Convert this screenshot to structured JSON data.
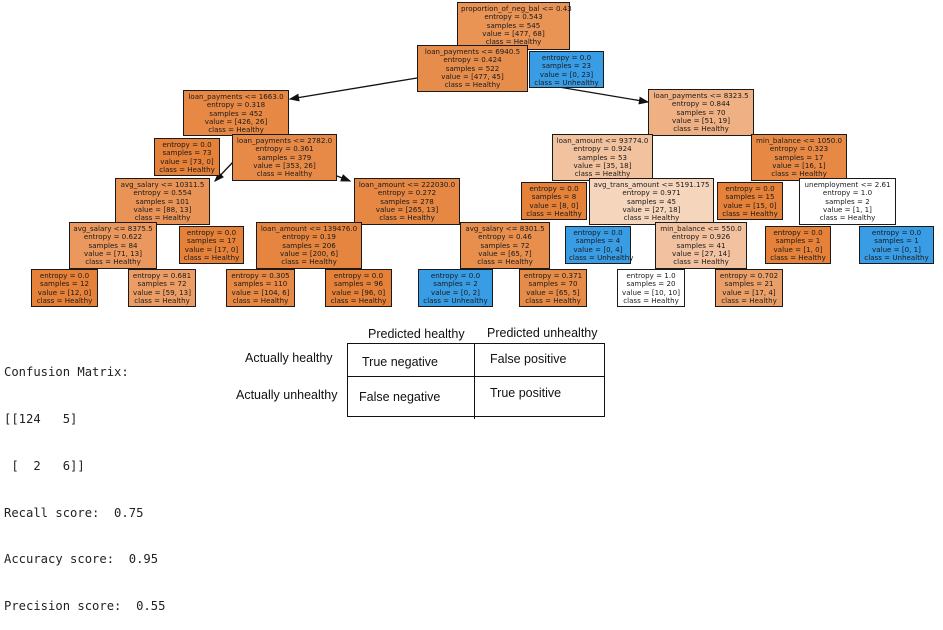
{
  "tree": {
    "nodes": [
      {
        "id": "n0",
        "lines": [
          "proportion_of_neg_bal <= 0.43",
          "entropy = 0.543",
          "samples = 545",
          "value = [477, 68]",
          "class = Healthy"
        ],
        "color": "#e99355"
      },
      {
        "id": "n1",
        "lines": [
          "loan_payments <= 6940.5",
          "entropy = 0.424",
          "samples = 522",
          "value = [477, 45]",
          "class = Healthy"
        ],
        "color": "#e78d4c"
      },
      {
        "id": "n2",
        "lines": [
          "entropy = 0.0",
          "samples = 23",
          "value = [0, 23]",
          "class = Unhealthy"
        ],
        "color": "#399de5"
      },
      {
        "id": "n3",
        "lines": [
          "loan_payments <= 1663.0",
          "entropy = 0.318",
          "samples = 452",
          "value = [426, 26]",
          "class = Healthy"
        ],
        "color": "#e78945"
      },
      {
        "id": "n4",
        "lines": [
          "loan_payments <= 8323.5",
          "entropy = 0.844",
          "samples = 70",
          "value = [51, 19]",
          "class = Healthy"
        ],
        "color": "#efb083"
      },
      {
        "id": "n5",
        "lines": [
          "entropy = 0.0",
          "samples = 73",
          "value = [73, 0]",
          "class = Healthy"
        ],
        "color": "#e58139"
      },
      {
        "id": "n6",
        "lines": [
          "loan_payments <= 2782.0",
          "entropy = 0.361",
          "samples = 379",
          "value = [353, 26]",
          "class = Healthy"
        ],
        "color": "#e78a48"
      },
      {
        "id": "n7",
        "lines": [
          "loan_amount <= 93774.0",
          "entropy = 0.924",
          "samples = 53",
          "value = [35, 18]",
          "class = Healthy"
        ],
        "color": "#f2c29f"
      },
      {
        "id": "n8",
        "lines": [
          "min_balance <= 1050.0",
          "entropy = 0.323",
          "samples = 17",
          "value = [16, 1]",
          "class = Healthy"
        ],
        "color": "#e78945"
      },
      {
        "id": "n9",
        "lines": [
          "avg_salary <= 10311.5",
          "entropy = 0.554",
          "samples = 101",
          "value = [88, 13]",
          "class = Healthy"
        ],
        "color": "#e99456"
      },
      {
        "id": "n10",
        "lines": [
          "loan_amount <= 222030.0",
          "entropy = 0.272",
          "samples = 278",
          "value = [265, 13]",
          "class = Healthy"
        ],
        "color": "#e68743"
      },
      {
        "id": "n11",
        "lines": [
          "entropy = 0.0",
          "samples = 8",
          "value = [8, 0]",
          "class = Healthy"
        ],
        "color": "#e58139"
      },
      {
        "id": "n12",
        "lines": [
          "avg_trans_amount <= 5191.175",
          "entropy = 0.971",
          "samples = 45",
          "value = [27, 18]",
          "class = Healthy"
        ],
        "color": "#f6d5bd"
      },
      {
        "id": "n13",
        "lines": [
          "entropy = 0.0",
          "samples = 15",
          "value = [15, 0]",
          "class = Healthy"
        ],
        "color": "#e58139"
      },
      {
        "id": "n14",
        "lines": [
          "unemployment <= 2.61",
          "entropy = 1.0",
          "samples = 2",
          "value = [1, 1]",
          "class = Healthy"
        ],
        "color": "#ffffff"
      },
      {
        "id": "n15",
        "lines": [
          "avg_salary <= 8375.5",
          "entropy = 0.622",
          "samples = 84",
          "value = [71, 13]",
          "class = Healthy"
        ],
        "color": "#ea985d"
      },
      {
        "id": "n16",
        "lines": [
          "entropy = 0.0",
          "samples = 17",
          "value = [17, 0]",
          "class = Healthy"
        ],
        "color": "#e58139"
      },
      {
        "id": "n17",
        "lines": [
          "loan_amount <= 139476.0",
          "entropy = 0.19",
          "samples = 206",
          "value = [200, 6]",
          "class = Healthy"
        ],
        "color": "#e6853f"
      },
      {
        "id": "n18",
        "lines": [
          "avg_salary <= 8301.5",
          "entropy = 0.46",
          "samples = 72",
          "value = [65, 7]",
          "class = Healthy"
        ],
        "color": "#e88f4e"
      },
      {
        "id": "n19",
        "lines": [
          "entropy = 0.0",
          "samples = 4",
          "value = [0, 4]",
          "class = Unhealthy"
        ],
        "color": "#399de5"
      },
      {
        "id": "n20",
        "lines": [
          "min_balance <= 550.0",
          "entropy = 0.926",
          "samples = 41",
          "value = [27, 14]",
          "class = Healthy"
        ],
        "color": "#f2c2a0"
      },
      {
        "id": "n21",
        "lines": [
          "entropy = 0.0",
          "samples = 1",
          "value = [1, 0]",
          "class = Healthy"
        ],
        "color": "#e58139"
      },
      {
        "id": "n22",
        "lines": [
          "entropy = 0.0",
          "samples = 1",
          "value = [0, 1]",
          "class = Unhealthy"
        ],
        "color": "#399de5"
      },
      {
        "id": "n23",
        "lines": [
          "entropy = 0.0",
          "samples = 12",
          "value = [12, 0]",
          "class = Healthy"
        ],
        "color": "#e58139"
      },
      {
        "id": "n24",
        "lines": [
          "entropy = 0.681",
          "samples = 72",
          "value = [59, 13]",
          "class = Healthy"
        ],
        "color": "#eb9d65"
      },
      {
        "id": "n25",
        "lines": [
          "entropy = 0.305",
          "samples = 110",
          "value = [104, 6]",
          "class = Healthy"
        ],
        "color": "#e78844"
      },
      {
        "id": "n26",
        "lines": [
          "entropy = 0.0",
          "samples = 96",
          "value = [96, 0]",
          "class = Healthy"
        ],
        "color": "#e58139"
      },
      {
        "id": "n27",
        "lines": [
          "entropy = 0.0",
          "samples = 2",
          "value = [0, 2]",
          "class = Unhealthy"
        ],
        "color": "#399de5"
      },
      {
        "id": "n28",
        "lines": [
          "entropy = 0.371",
          "samples = 70",
          "value = [65, 5]",
          "class = Healthy"
        ],
        "color": "#e78b48"
      },
      {
        "id": "n29",
        "lines": [
          "entropy = 1.0",
          "samples = 20",
          "value = [10, 10]",
          "class = Healthy"
        ],
        "color": "#ffffff"
      },
      {
        "id": "n30",
        "lines": [
          "entropy = 0.702",
          "samples = 21",
          "value = [17, 4]",
          "class = Healthy"
        ],
        "color": "#eb9f68"
      }
    ]
  },
  "metrics": {
    "lines": [
      "Confusion Matrix:",
      "[[124   5]",
      " [  2   6]]",
      "Recall score:  0.75",
      "Accuracy score:  0.95",
      "Precision score:  0.55"
    ]
  },
  "confusion_legend": {
    "col_headers": [
      "Predicted healthy",
      "Predicted unhealthy"
    ],
    "row_headers": [
      "Actually healthy",
      "Actually unhealthy"
    ],
    "cells": [
      [
        "True negative",
        "False positive"
      ],
      [
        "False negative",
        "True positive"
      ]
    ]
  }
}
